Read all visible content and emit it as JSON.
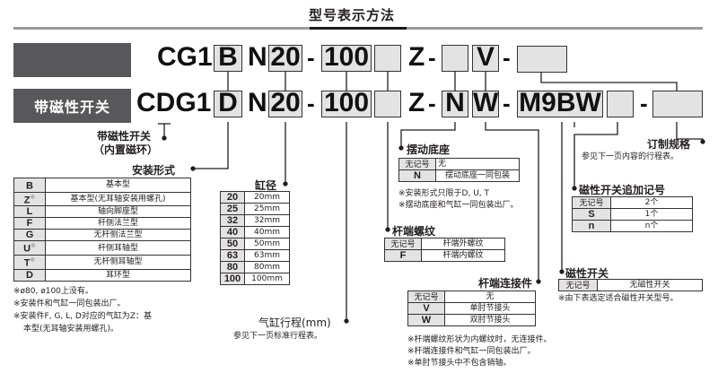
{
  "title": "型号表示方法",
  "row1": {
    "label": "",
    "prefix": "CG1",
    "segments": [
      "B",
      "N",
      "20",
      "-",
      "100",
      "",
      "Z",
      "-",
      "",
      "V",
      "-",
      ""
    ]
  },
  "row2": {
    "label": "带磁性开关",
    "prefix": "CDG1",
    "segments": [
      "D",
      "N",
      "20",
      "-",
      "100",
      "",
      "Z",
      "-",
      "N",
      "W",
      "-",
      "M9BW",
      "",
      "-",
      ""
    ]
  },
  "magnet_label": {
    "line1": "带磁性开关",
    "line2": "（内置磁环）"
  },
  "mounting": {
    "title": "安装形式",
    "rows": [
      {
        "code": "B",
        "mark": "",
        "desc": "基本型"
      },
      {
        "code": "Z",
        "mark": "※",
        "desc": "基本型(无耳轴安装用螺孔)"
      },
      {
        "code": "L",
        "mark": "",
        "desc": "轴向脚座型"
      },
      {
        "code": "F",
        "mark": "",
        "desc": "杆侧法兰型"
      },
      {
        "code": "G",
        "mark": "",
        "desc": "无杆侧法兰型"
      },
      {
        "code": "U",
        "mark": "※",
        "desc": "杆侧耳轴型"
      },
      {
        "code": "T",
        "mark": "※",
        "desc": "无杆侧耳轴型"
      },
      {
        "code": "D",
        "mark": "",
        "desc": "耳环型"
      }
    ],
    "notes": [
      "※ø80, ø100上没有。",
      "※安装件和气缸一同包装出厂。",
      "※安装件F, G, L, D对应的气缸为Z：基",
      "本型(无耳轴安装用螺孔)。"
    ]
  },
  "bore": {
    "title": "缸径",
    "rows": [
      {
        "code": "20",
        "desc": "20mm"
      },
      {
        "code": "25",
        "desc": "25mm"
      },
      {
        "code": "32",
        "desc": "32mm"
      },
      {
        "code": "40",
        "desc": "40mm"
      },
      {
        "code": "50",
        "desc": "50mm"
      },
      {
        "code": "63",
        "desc": "63mm"
      },
      {
        "code": "80",
        "desc": "80mm"
      },
      {
        "code": "100",
        "desc": "100mm"
      }
    ]
  },
  "stroke": {
    "title": "气缸行程(mm)",
    "note": "参见下一页标准行程表。"
  },
  "pivot": {
    "title": "摆动底座",
    "rows": [
      {
        "code": "无记号",
        "desc": "无"
      },
      {
        "code": "N",
        "desc": "摆动底座一同包装"
      }
    ],
    "notes": [
      "※安装形式只限于D, U, T",
      "※摆动底座和气缸一同包装出厂。"
    ]
  },
  "rod_thread": {
    "title": "杆端螺纹",
    "rows": [
      {
        "code": "无记号",
        "desc": "杆端外螺纹"
      },
      {
        "code": "F",
        "desc": "杆端内螺纹"
      }
    ]
  },
  "rod_end": {
    "title": "杆端连接件",
    "rows": [
      {
        "code": "无记号",
        "desc": "无"
      },
      {
        "code": "V",
        "desc": "单肘节接头"
      },
      {
        "code": "W",
        "desc": "双肘节接头"
      }
    ],
    "notes": [
      "※杆端螺纹形状为内螺纹时，无连接件。",
      "※杆端连接件和气缸一同包装出厂。",
      "※单肘节接头中不包含销轴。"
    ]
  },
  "custom": {
    "title": "订制规格",
    "note": "参见下一页内容的行程表。"
  },
  "switch_qty": {
    "title": "磁性开关追加记号",
    "rows": [
      {
        "code": "无记号",
        "desc": "2个"
      },
      {
        "code": "S",
        "desc": "1个"
      },
      {
        "code": "n",
        "desc": "n个"
      }
    ]
  },
  "switch": {
    "title": "磁性开关",
    "rows": [
      {
        "code": "无记号",
        "desc": "无磁性开关"
      }
    ],
    "note": "※由下表选定适合磁性开关型号。"
  }
}
